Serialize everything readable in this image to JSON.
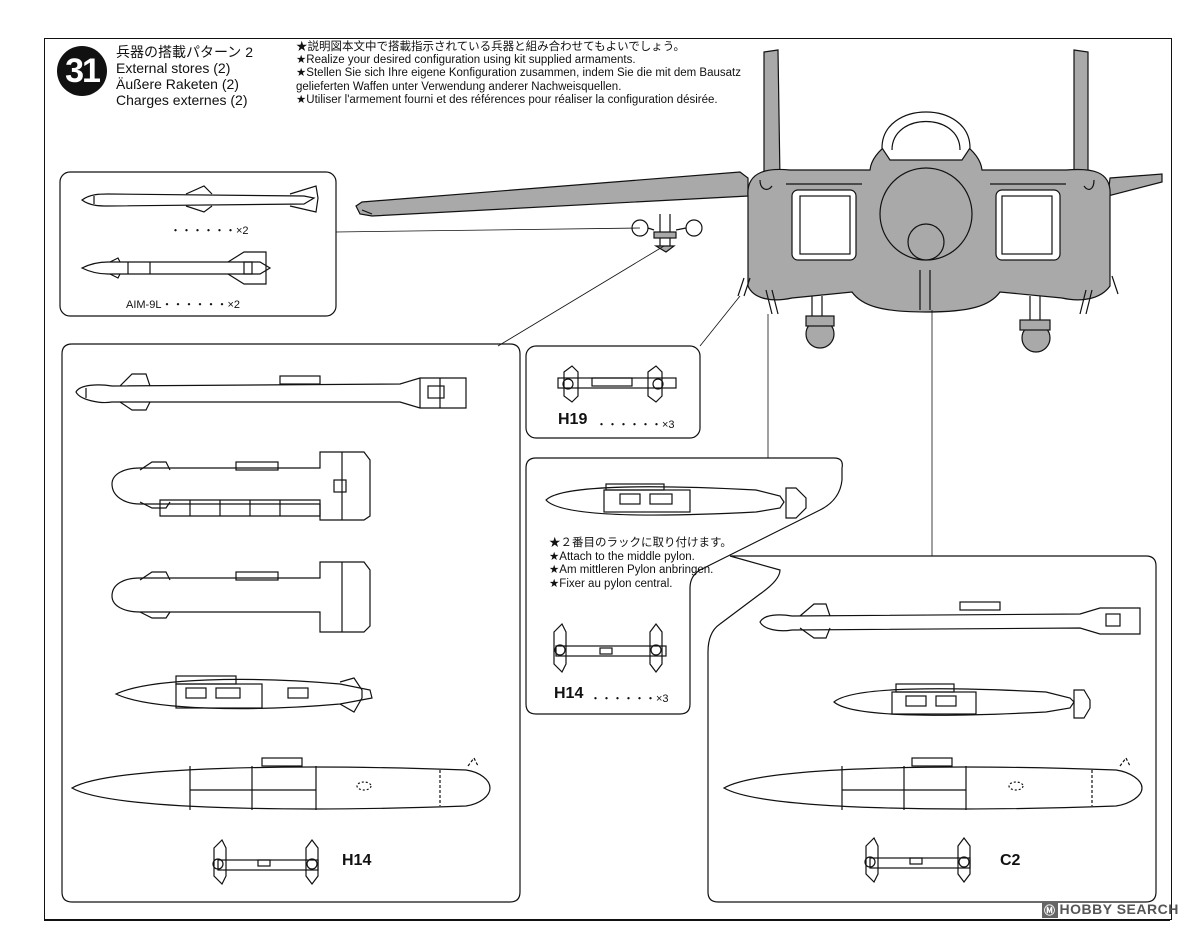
{
  "step": {
    "number": "31",
    "title_jp": "兵器の搭載パターン 2",
    "title_en": "External stores (2)",
    "title_de": "Äußere Raketen (2)",
    "title_fr": "Charges externes (2)"
  },
  "notes": {
    "jp": "★説明図本文中で搭載指示されている兵器と組み合わせてもよいでしょう。",
    "en": "★Realize your desired configuration using kit supplied armaments.",
    "de": "★Stellen Sie sich Ihre eigene Konfiguration zusammen, indem Sie die mit dem Bausatz gelieferten Waffen unter Verwendung anderer Nachweisquellen.",
    "fr": "★Utiliser l'armement fourni et des références pour réaliser la configuration désirée."
  },
  "missile_box": {
    "qty1": "・・・・・・×2",
    "qty2": "AIM-9L・・・・・・×2"
  },
  "h19_box": {
    "label": "H19",
    "qty": "・・・・・・×3"
  },
  "h14_small_box": {
    "attach_jp": "★２番目のラックに取り付けます。",
    "attach_en": "★Attach to the middle pylon.",
    "attach_de": "★Am mittleren Pylon anbringen.",
    "attach_fr": "★Fixer au pylon central.",
    "label": "H14",
    "qty": "・・・・・・×3"
  },
  "left_box": {
    "label": "H14"
  },
  "right_box": {
    "label": "C2"
  },
  "watermark": {
    "logo": "Ⓜ",
    "text": "HOBBY SEARCH"
  },
  "colors": {
    "aircraft_fill": "#a9a9a9",
    "line": "#111111"
  }
}
